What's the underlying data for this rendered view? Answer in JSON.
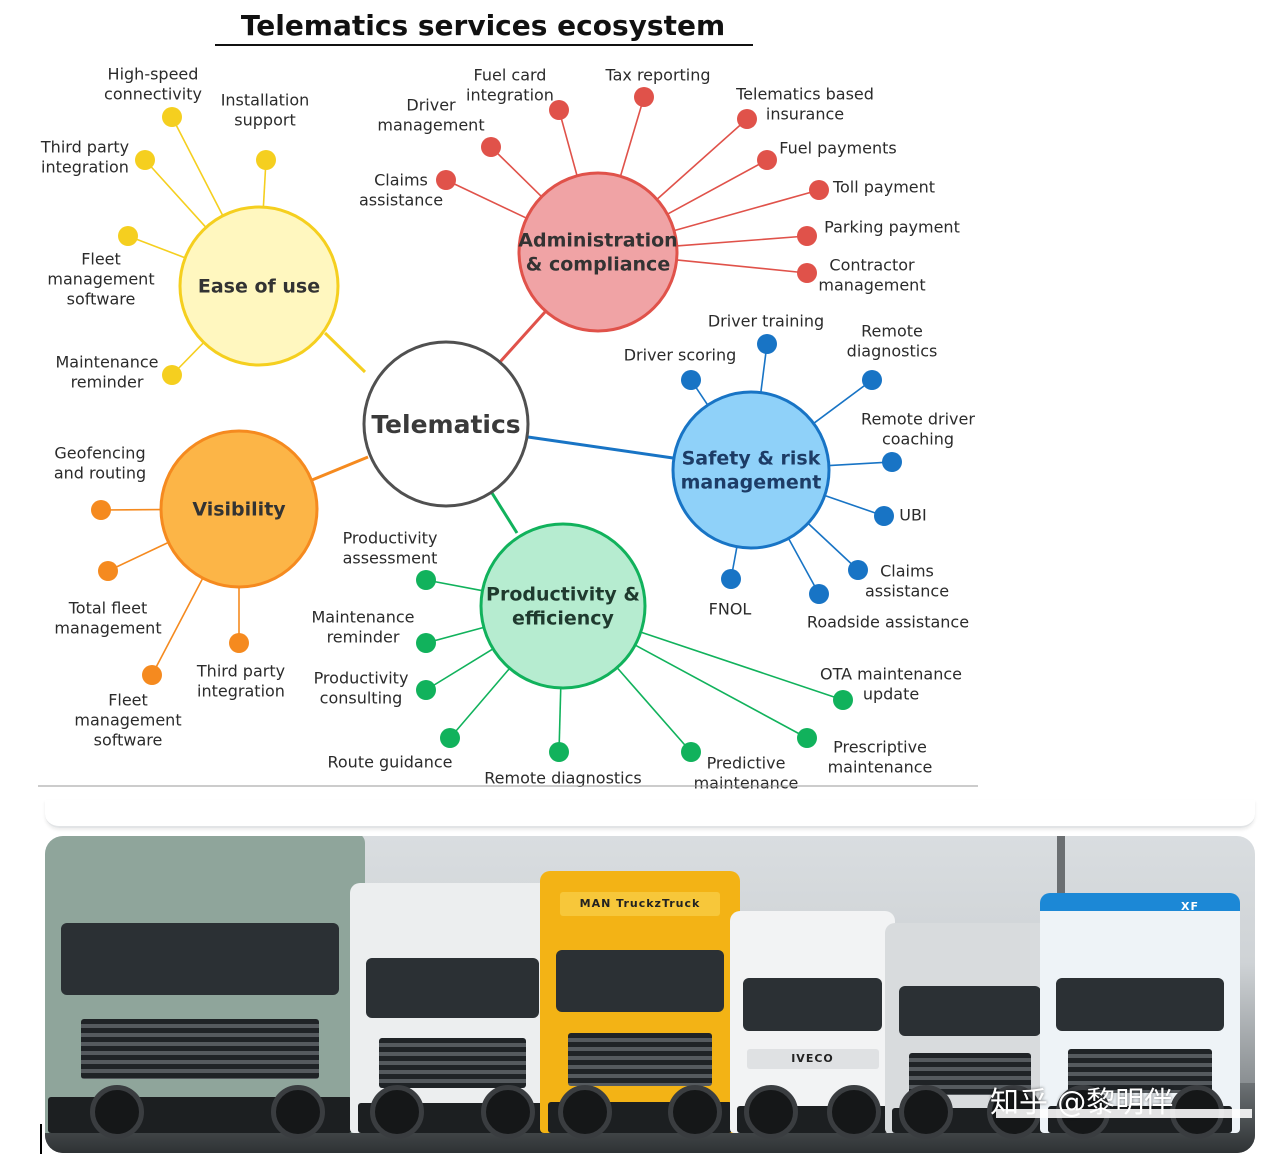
{
  "title": "Telematics services ecosystem",
  "colors": {
    "center_stroke": "#505050",
    "ease": "#f5cf1f",
    "ease_fill": "#fff7bf",
    "admin": "#e0524a",
    "admin_fill": "#f0a3a5",
    "safety": "#1874c5",
    "safety_fill": "#8fd1f9",
    "productivity": "#11b25c",
    "productivity_fill": "#b6ecd0",
    "visibility": "#f58a1f",
    "visibility_fill": "#fcb547"
  },
  "center": {
    "label": "Telematics"
  },
  "hubs": [
    {
      "id": "ease",
      "lines": [
        "Ease of use"
      ],
      "leaves": [
        {
          "lines": [
            "High-speed",
            "connectivity"
          ]
        },
        {
          "lines": [
            "Installation",
            "support"
          ]
        },
        {
          "lines": [
            "Third party",
            "integration"
          ]
        },
        {
          "lines": [
            "Fleet",
            "management",
            "software"
          ]
        },
        {
          "lines": [
            "Maintenance",
            "reminder"
          ]
        }
      ]
    },
    {
      "id": "admin",
      "lines": [
        "Administration",
        "& compliance"
      ],
      "leaves": [
        {
          "lines": [
            "Claims",
            "assistance"
          ]
        },
        {
          "lines": [
            "Driver",
            "management"
          ]
        },
        {
          "lines": [
            "Fuel card",
            "integration"
          ]
        },
        {
          "lines": [
            "Tax reporting"
          ]
        },
        {
          "lines": [
            "Telematics based",
            "insurance"
          ]
        },
        {
          "lines": [
            "Fuel payments"
          ]
        },
        {
          "lines": [
            "Toll payment"
          ]
        },
        {
          "lines": [
            "Parking payment"
          ]
        },
        {
          "lines": [
            "Contractor",
            "management"
          ]
        }
      ]
    },
    {
      "id": "safety",
      "lines": [
        "Safety & risk",
        "management"
      ],
      "leaves": [
        {
          "lines": [
            "Driver scoring"
          ]
        },
        {
          "lines": [
            "Driver training"
          ]
        },
        {
          "lines": [
            "Remote",
            "diagnostics"
          ]
        },
        {
          "lines": [
            "Remote driver",
            "coaching"
          ]
        },
        {
          "lines": [
            "UBI"
          ]
        },
        {
          "lines": [
            "Claims",
            "assistance"
          ]
        },
        {
          "lines": [
            "Roadside assistance"
          ]
        },
        {
          "lines": [
            "FNOL"
          ]
        }
      ]
    },
    {
      "id": "productivity",
      "lines": [
        "Productivity &",
        "efficiency"
      ],
      "leaves": [
        {
          "lines": [
            "Productivity",
            "assessment"
          ]
        },
        {
          "lines": [
            "Maintenance",
            "reminder"
          ]
        },
        {
          "lines": [
            "Productivity",
            "consulting"
          ]
        },
        {
          "lines": [
            "Route guidance"
          ]
        },
        {
          "lines": [
            "Remote diagnostics"
          ]
        },
        {
          "lines": [
            "Predictive",
            "maintenance"
          ]
        },
        {
          "lines": [
            "Prescriptive",
            "maintenance"
          ]
        },
        {
          "lines": [
            "OTA maintenance",
            "update"
          ]
        }
      ]
    },
    {
      "id": "visibility",
      "lines": [
        "Visibility"
      ],
      "leaves": [
        {
          "lines": [
            "Geofencing",
            "and routing"
          ]
        },
        {
          "lines": [
            "Total fleet",
            "management"
          ]
        },
        {
          "lines": [
            "Fleet",
            "management",
            "software"
          ]
        },
        {
          "lines": [
            "Third party",
            "integration"
          ]
        }
      ]
    }
  ],
  "photo": {
    "trucks": [
      "",
      "",
      "MAN TruckzTruck",
      "IVECO",
      "",
      "XF"
    ],
    "watermark": "知乎 @黎明伴"
  }
}
